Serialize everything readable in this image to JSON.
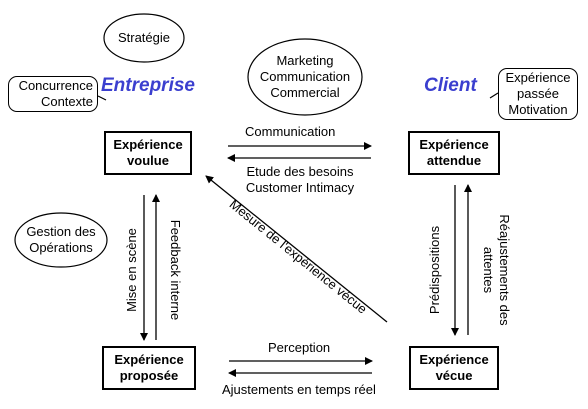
{
  "headings": {
    "left": "Entreprise",
    "right": "Client"
  },
  "ovals": {
    "strategy": "Stratégie",
    "marketing": [
      "Marketing",
      "Communication",
      "Commercial"
    ],
    "operations": [
      "Gestion des",
      "Opérations"
    ]
  },
  "notes": {
    "left": [
      "Concurrence",
      "Contexte"
    ],
    "right": [
      "Expérience",
      "passée",
      "Motivation"
    ]
  },
  "boxes": {
    "top_left": [
      "Expérience",
      "voulue"
    ],
    "top_right": [
      "Expérience",
      "attendue"
    ],
    "bottom_left": [
      "Expérience",
      "proposée"
    ],
    "bottom_right": [
      "Expérience",
      "vécue"
    ]
  },
  "arrows": {
    "top_forward": "Communication",
    "top_back": [
      "Etude des besoins",
      "Customer Intimacy"
    ],
    "left_down": "Mise en scène",
    "left_up": "Feedback interne",
    "diagonal": "Mesure de l'expérience vécue",
    "right_down": "Prédispositions",
    "right_up": [
      "Réajustements des",
      "attentes"
    ],
    "bottom_forward": "Perception",
    "bottom_back": "Ajustements en temps réel"
  }
}
